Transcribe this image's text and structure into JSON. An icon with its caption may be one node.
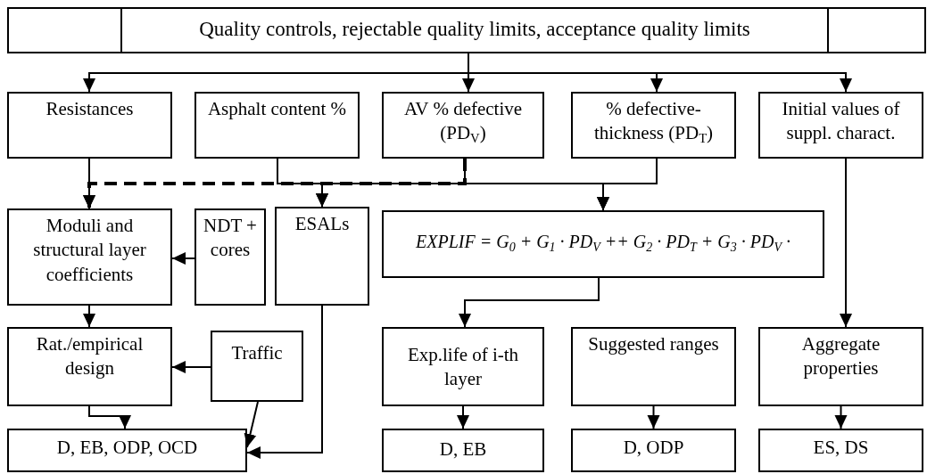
{
  "diagram": {
    "nodes": [
      {
        "text": [
          "Quality controls, rejectable quality limits, acceptance quality limits"
        ]
      },
      {
        "text": [
          "Resistances"
        ]
      },
      {
        "text": [
          "Asphalt content %"
        ]
      },
      {
        "text": [
          "AV % defective (PD$_{V}$)"
        ]
      },
      {
        "text": [
          "% defective-thickness (PD$_{T}$)"
        ]
      },
      {
        "text": [
          "Initial values of suppl. charact."
        ]
      },
      {
        "text": [
          "Moduli and structural layer coefficients"
        ]
      },
      {
        "text": [
          "NDT + cores"
        ]
      },
      {
        "text": [
          "ESALs"
        ]
      },
      {
        "text": [
          "EXPLIF = G$_{0}$ + G$_{1}$ · PD$_{V}$ ++ G$_{2}$ · PD$_{T}$ + G$_{3}$ · PD$_{V}$ ·"
        ]
      },
      {
        "text": [
          "Rat./empirical design"
        ]
      },
      {
        "text": [
          "Traffic"
        ]
      },
      {
        "text": [
          "Exp.life of i-th layer"
        ]
      },
      {
        "text": [
          "Suggested ranges"
        ]
      },
      {
        "text": [
          "Aggregate properties"
        ]
      },
      {
        "text": [
          "D, EB, ODP, OCD"
        ]
      },
      {
        "text": [
          "D, EB"
        ]
      },
      {
        "text": [
          "D, ODP"
        ]
      },
      {
        "text": [
          "ES, DS"
        ]
      }
    ],
    "edges": [
      {
        "from": 0,
        "to": 1,
        "arrow": "to"
      },
      {
        "from": 0,
        "to": 3,
        "arrow": "to"
      },
      {
        "from": 0,
        "to": 4,
        "arrow": "to"
      },
      {
        "from": 0,
        "to": 5,
        "arrow": "to"
      },
      {
        "from": 1,
        "to": 6,
        "arrow": "to"
      },
      {
        "from": 3,
        "to": 6,
        "arrow": "to",
        "style": "dashed"
      },
      {
        "from": 2,
        "to": 8,
        "arrow": "to"
      },
      {
        "from": 2,
        "to": 9,
        "arrow": "to"
      },
      {
        "from": 3,
        "to": 8,
        "arrow": "to"
      },
      {
        "from": 3,
        "to": 9,
        "arrow": "to"
      },
      {
        "from": 4,
        "to": 8,
        "arrow": "to"
      },
      {
        "from": 4,
        "to": 9,
        "arrow": "to"
      },
      {
        "from": 7,
        "to": 6,
        "arrow": "to"
      },
      {
        "from": 6,
        "to": 10,
        "arrow": "to"
      },
      {
        "from": 11,
        "to": 10,
        "arrow": "to"
      },
      {
        "from": 10,
        "to": 15,
        "arrow": "to"
      },
      {
        "from": 11,
        "to": 15,
        "arrow": "to"
      },
      {
        "from": 8,
        "to": 15,
        "arrow": "to"
      },
      {
        "from": 9,
        "to": 12,
        "arrow": "to"
      },
      {
        "from": 5,
        "to": 14,
        "arrow": "to"
      },
      {
        "from": 12,
        "to": 16,
        "arrow": "to"
      },
      {
        "from": 13,
        "to": 17,
        "arrow": "to"
      },
      {
        "from": 14,
        "to": 18,
        "arrow": "to"
      }
    ]
  }
}
